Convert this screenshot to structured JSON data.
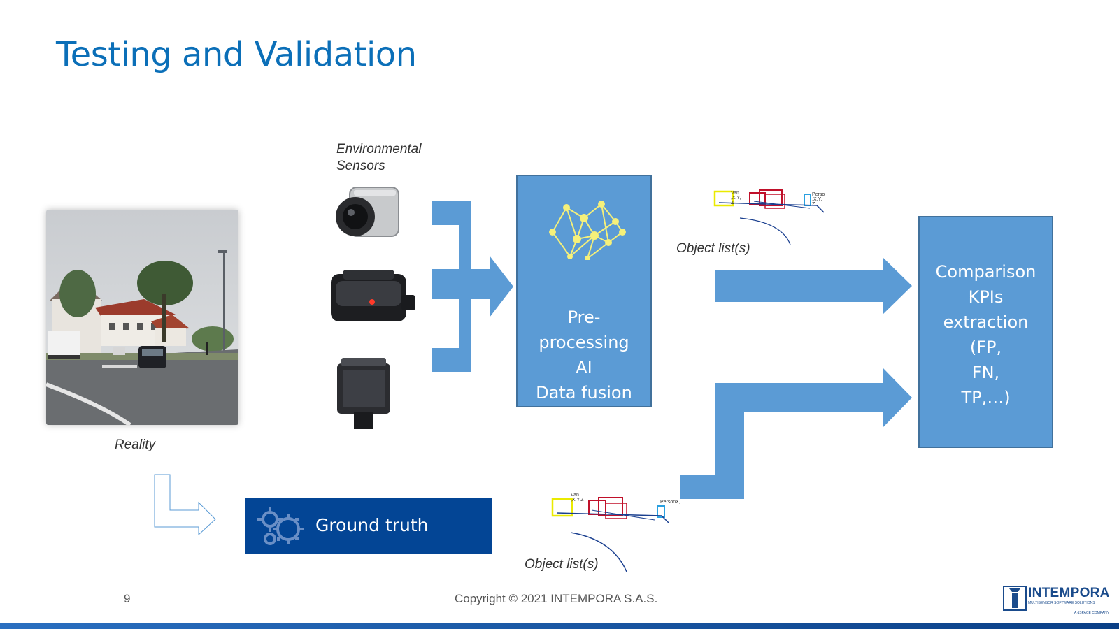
{
  "slide": {
    "title": "Testing and Validation",
    "page_number": "9",
    "copyright": "Copyright © 2021 INTEMPORA S.A.S."
  },
  "captions": {
    "environmental_sensors": [
      "Environmental",
      "Sensors"
    ],
    "reality": "Reality",
    "object_list_top": "Object list(s)",
    "object_list_bottom": "Object list(s)"
  },
  "boxes": {
    "preprocessing": [
      "Pre-",
      "processing",
      "AI",
      "Data fusion"
    ],
    "comparison": [
      "Comparison",
      "KPIs",
      "extraction",
      "(FP,",
      "FN,",
      "TP,…)"
    ],
    "ground_truth": "Ground truth"
  },
  "logo": {
    "name": "INTEMPORA",
    "tagline": "MULTISENSOR SOFTWARE SOLUTIONS",
    "subline": "A dSPACE COMPANY"
  },
  "colors": {
    "title": "#0b6fb8",
    "box_fill": "#5b9bd5",
    "ground_truth_fill": "#034595",
    "arrow_fill": "#5b9bd5",
    "network_color": "#f5f07a"
  }
}
